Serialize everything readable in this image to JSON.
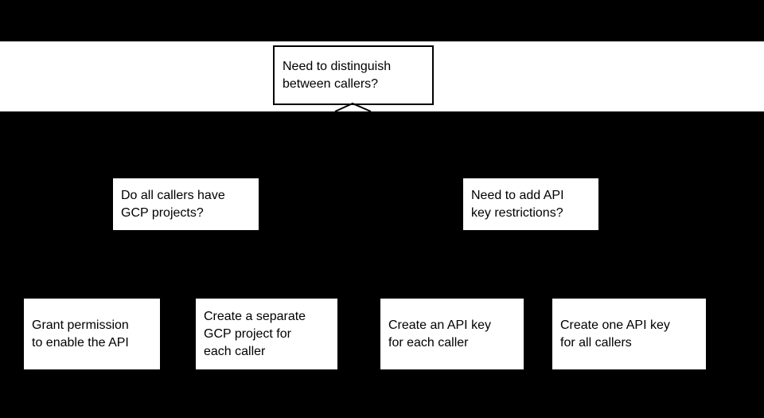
{
  "colors": {
    "background": "#000000",
    "band": "#ffffff",
    "node_fill": "#ffffff",
    "node_border": "#000000",
    "text": "#000000"
  },
  "nodes": {
    "root": {
      "lines": [
        "Need to distinguish",
        "between callers?"
      ]
    },
    "q_gcp": {
      "lines": [
        "Do all callers have",
        "GCP projects?"
      ]
    },
    "q_restrictions": {
      "lines": [
        "Need to add API",
        "key restrictions?"
      ]
    },
    "a_grant": {
      "lines": [
        "Grant permission",
        "to enable the API"
      ]
    },
    "a_separate": {
      "lines": [
        "Create a separate",
        "GCP project for",
        "each caller"
      ]
    },
    "a_key_each": {
      "lines": [
        "Create an API key",
        "for each caller"
      ]
    },
    "a_key_all": {
      "lines": [
        "Create one API key",
        "for all callers"
      ]
    }
  }
}
